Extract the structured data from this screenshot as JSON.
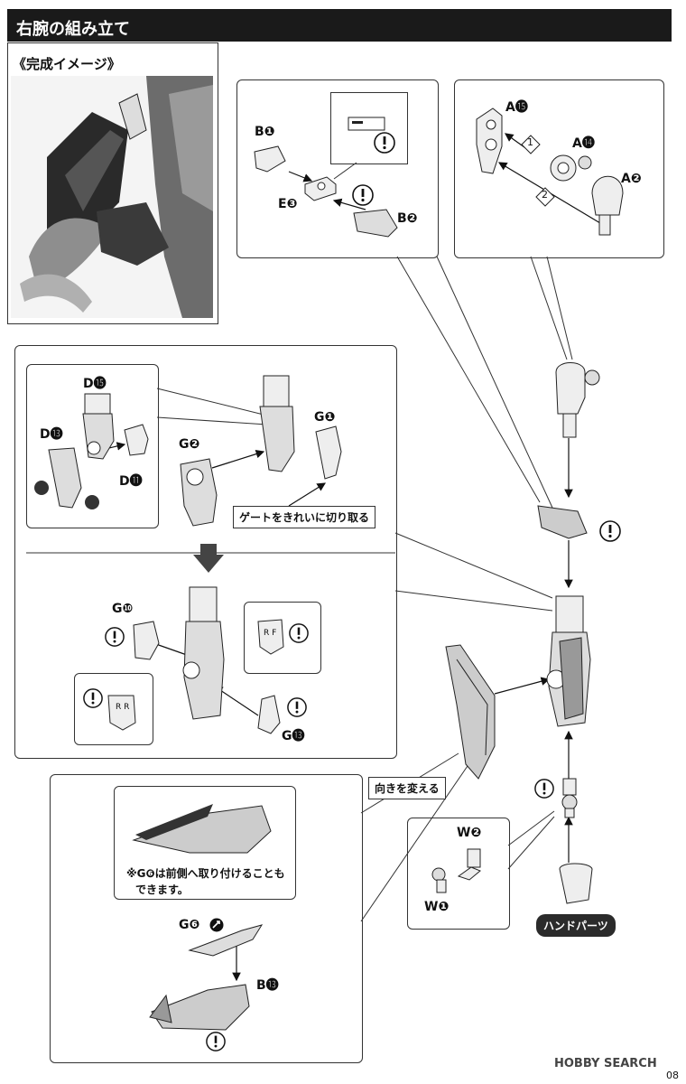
{
  "header": {
    "title": "右腕の組み立て"
  },
  "preview": {
    "label": "《完成イメージ》"
  },
  "parts": {
    "b1": "B❶",
    "e3": "E❸",
    "b2": "B❷",
    "a15_top": "A⓯",
    "a14": "A⓮",
    "a2": "A❷",
    "step1": "1",
    "step2": "2",
    "d15": "D⓯",
    "d13": "D⓭",
    "d11": "D⓫",
    "g2": "G❷",
    "g1": "G❶",
    "g10": "G❿",
    "g13": "G⓭",
    "w2": "W❷",
    "w1": "W❶",
    "g6": "G❻",
    "b13": "B⓭"
  },
  "callouts": {
    "gate": "ゲートをきれいに切り取る",
    "direction": "向きを変える",
    "hand": "ハンドパーツ"
  },
  "notes": {
    "g6_line1": "※G❻は前側へ取り付けることも",
    "g6_line2": "できます。"
  },
  "stamps": {
    "rr": "R R",
    "rf": "R F"
  },
  "watermark": "HOBBY SEARCH",
  "page_number": "08",
  "icons": {
    "caution": "exclamation-circle-icon",
    "arrow_down": "block-arrow-down-icon",
    "cut": "cut-mark-icon"
  }
}
